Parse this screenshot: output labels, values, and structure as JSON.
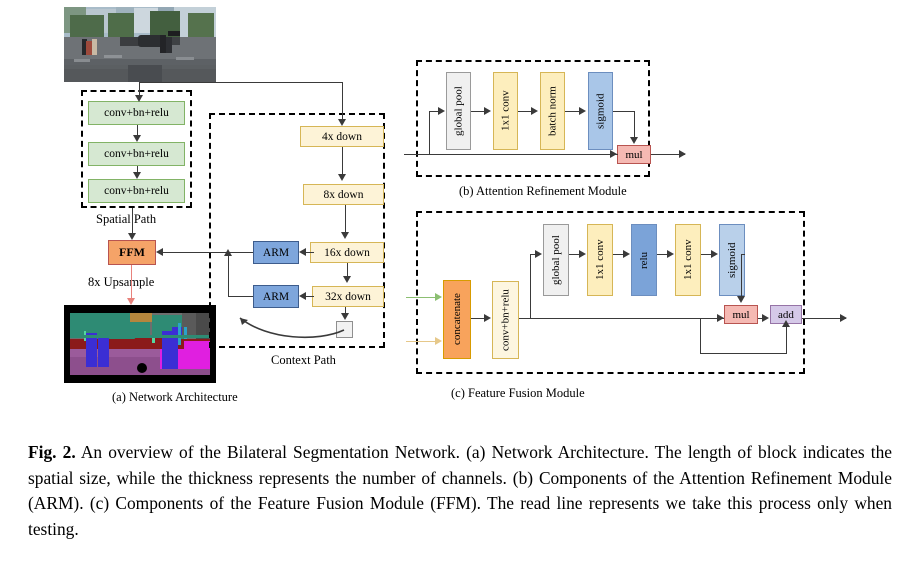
{
  "figure": {
    "panels": {
      "a": {
        "caption": "(a) Network Architecture"
      },
      "b": {
        "caption": "(b) Attention Refinement Module"
      },
      "c": {
        "caption": "(c) Feature Fusion Module"
      }
    },
    "panel_a": {
      "spatial_path_label": "Spatial  Path",
      "context_path_label": "Context Path",
      "upsample_label": "8x Upsample",
      "conv_blocks": [
        {
          "label": "conv+bn+relu"
        },
        {
          "label": "conv+bn+relu"
        },
        {
          "label": "conv+bn+relu"
        }
      ],
      "ffm": {
        "label": "FFM"
      },
      "arm": [
        {
          "label": "ARM"
        },
        {
          "label": "ARM"
        }
      ],
      "downsample_blocks": [
        {
          "label": "4x down"
        },
        {
          "label": "8x down"
        },
        {
          "label": "16x down"
        },
        {
          "label": "32x down"
        }
      ],
      "pool_node": {
        "label": ""
      },
      "input_image_alt": "street scene photograph",
      "output_image_alt": "semantic segmentation result"
    },
    "panel_b": {
      "blocks": [
        {
          "label": "global pool",
          "fill": "#f0f0f0",
          "stroke": "#9a9a9a"
        },
        {
          "label": "1x1 conv",
          "fill": "#fdeebd",
          "stroke": "#d6b656"
        },
        {
          "label": "batch norm",
          "fill": "#fdeebd",
          "stroke": "#d6b656"
        },
        {
          "label": "sigmoid",
          "fill": "#a9c6e8",
          "stroke": "#6c8ebf"
        }
      ],
      "mul": {
        "label": "mul",
        "fill": "#f5b9b3",
        "stroke": "#b85450"
      }
    },
    "panel_c": {
      "concatenate": {
        "label": "concatenate",
        "fill": "#f8a35c",
        "stroke": "#d79b00"
      },
      "convbnrelu": {
        "label": "conv+bn+relu",
        "fill": "#fdf6e0",
        "stroke": "#d6b656"
      },
      "blocks": [
        {
          "label": "global pool",
          "fill": "#f0f0f0",
          "stroke": "#9a9a9a"
        },
        {
          "label": "1x1 conv",
          "fill": "#fdeebd",
          "stroke": "#d6b656"
        },
        {
          "label": "relu",
          "fill": "#7ba3d8",
          "stroke": "#6c8ebf"
        },
        {
          "label": "1x1 conv",
          "fill": "#fdeebd",
          "stroke": "#d6b656"
        },
        {
          "label": "sigmoid",
          "fill": "#b9d0ea",
          "stroke": "#6c8ebf"
        }
      ],
      "mul": {
        "label": "mul",
        "fill": "#f5b9b3",
        "stroke": "#b85450"
      },
      "add": {
        "label": "add",
        "fill": "#d5c9e8",
        "stroke": "#9673a6"
      }
    },
    "colors": {
      "green_fill": "#d6e8d2",
      "green_stroke": "#82b366",
      "yellow_fill": "#fdf3d7",
      "yellow_stroke": "#d6b656",
      "blue_fill": "#7ea6dc",
      "blue_stroke": "#3d5c8c",
      "orange_fill": "#f5a368",
      "orange_stroke": "#b85450",
      "red_arrow": "#e8827c",
      "green_arrow": "#7cb36a",
      "line": "#3a3a3a"
    }
  },
  "caption": {
    "label": "Fig. 2.",
    "text": " An overview of the Bilateral Segmentation Network. (a) Network Architecture. The length of block indicates the spatial size, while the thickness represents the number of channels. (b) Components of the Attention Refinement Module (ARM). (c) Components of the Feature Fusion Module (FFM). The read line represents we take this process only when testing."
  }
}
